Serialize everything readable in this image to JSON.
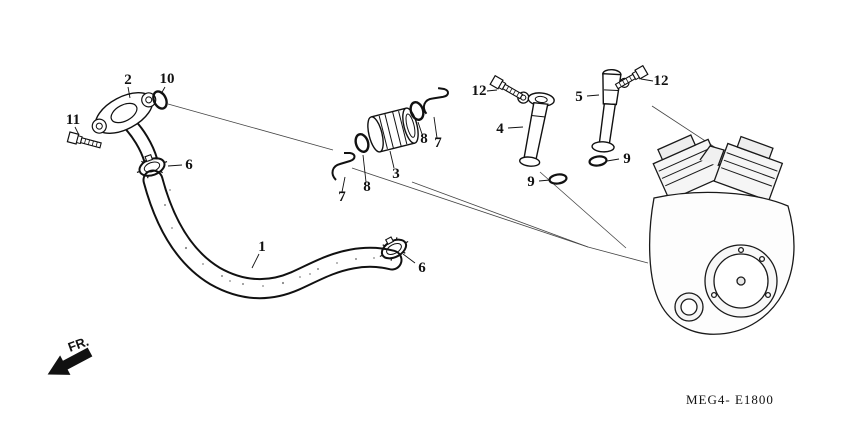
{
  "diagram": {
    "code": "MEG4- E1800",
    "direction_label": "FR.",
    "line_color": "#111111",
    "background_color": "#ffffff"
  },
  "part_labels": [
    "1",
    "2",
    "3",
    "4",
    "5",
    "6",
    "6",
    "7",
    "7",
    "8",
    "8",
    "9",
    "9",
    "10",
    "11",
    "12",
    "12"
  ]
}
